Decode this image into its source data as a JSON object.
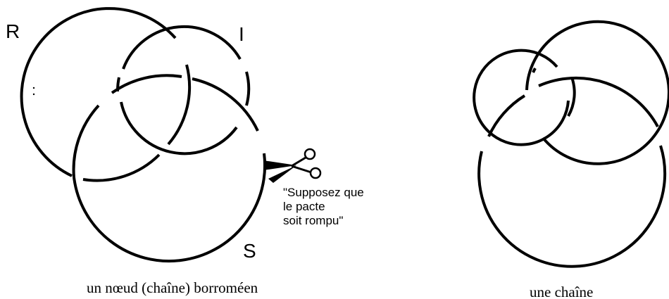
{
  "borromean": {
    "labels": {
      "r": "R",
      "i": "I",
      "s": "S"
    },
    "cut_note": [
      "\"Supposez que",
      "le pacte",
      "soit rompu\""
    ],
    "caption": "un nœud (chaîne) borroméen"
  },
  "chain": {
    "caption": "une chaîne"
  },
  "icons": {
    "scissors": "scissors-icon"
  }
}
